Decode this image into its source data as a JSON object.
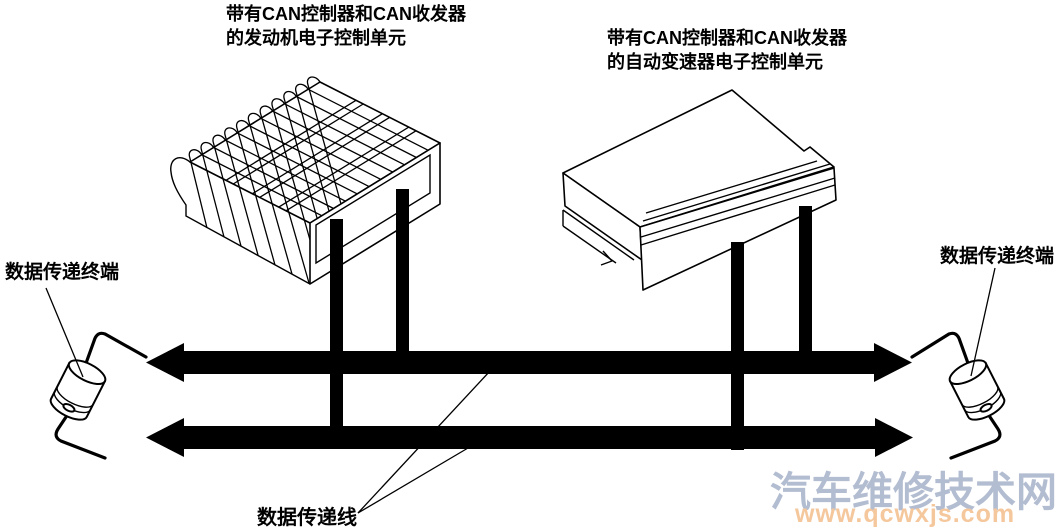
{
  "labels": {
    "engine_ecu_line1": "带有CAN控制器和CAN收发器",
    "engine_ecu_line2": "的发动机电子控制单元",
    "transmission_ecu_line1": "带有CAN控制器和CAN收发器",
    "transmission_ecu_line2": "的自动变速器电子控制单元",
    "terminal_left": "数据传递终端",
    "terminal_right": "数据传递终端",
    "bus": "数据传递线"
  },
  "watermark": {
    "site_name": "汽车维修技术网",
    "site_url": "www.qcwxjs.com"
  },
  "nodes": [
    {
      "id": "engine-ecu",
      "kind": "ecu-with-heatsink-fins"
    },
    {
      "id": "transmission-ecu",
      "kind": "flat-ecu-box"
    },
    {
      "id": "terminal-left",
      "kind": "terminating-resistor"
    },
    {
      "id": "terminal-right",
      "kind": "terminating-resistor"
    },
    {
      "id": "bus-upper",
      "kind": "data-line-double-arrow"
    },
    {
      "id": "bus-lower",
      "kind": "data-line-double-arrow"
    }
  ],
  "colors": {
    "line": "#000000",
    "background": "#ffffff",
    "watermark_name": "#b3bdd1",
    "watermark_url": "#f5c79c"
  }
}
